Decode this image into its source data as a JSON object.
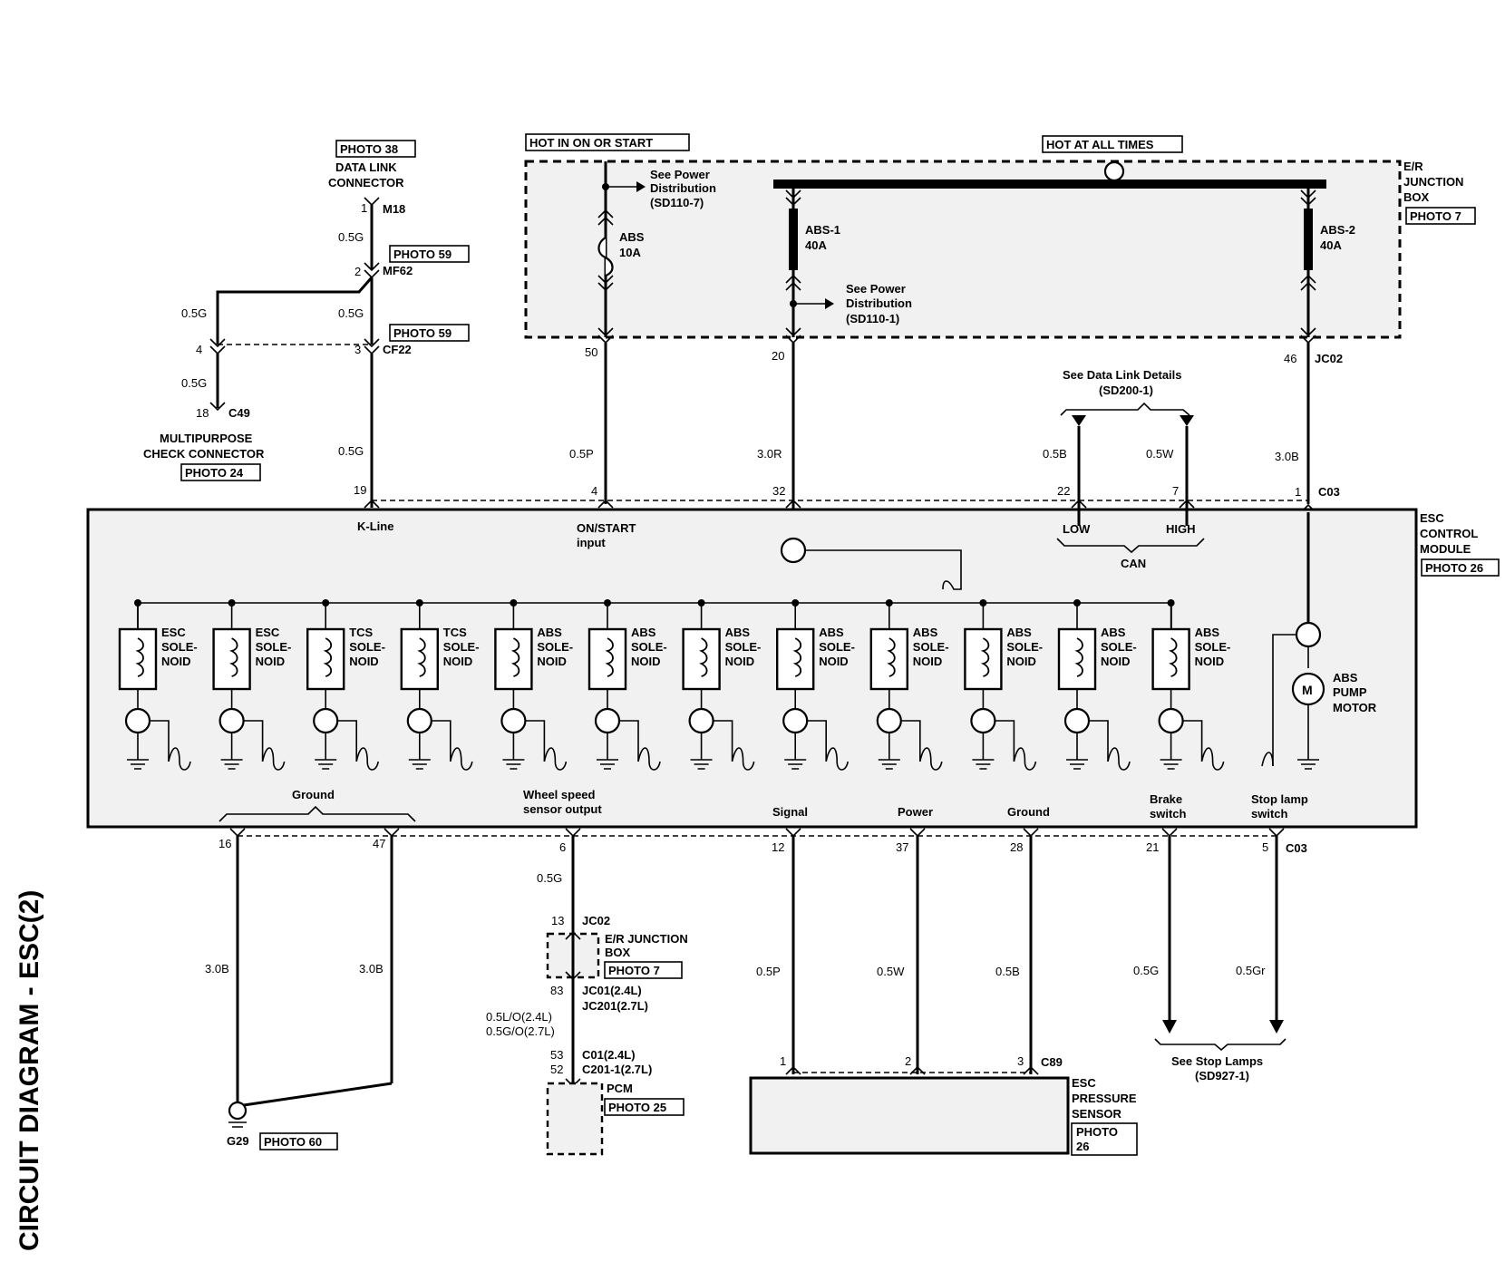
{
  "title": "CIRCUIT DIAGRAM - ESC(2)",
  "data_link": {
    "photo": "PHOTO 38",
    "name_line1": "DATA LINK",
    "name_line2": "CONNECTOR",
    "pin": "1",
    "conn": "M18",
    "wire1": "0.5G",
    "mf62_pin": "2",
    "mf62": "MF62",
    "photo_mf62": "PHOTO 59",
    "wire_left": "0.5G",
    "wire_right": "0.5G",
    "cf22_pin": "3",
    "cf22": "CF22",
    "photo_cf22": "PHOTO 59",
    "left_pin": "4",
    "wire_left2": "0.5G",
    "c49_pin": "18",
    "c49": "C49",
    "mpc_line1": "MULTIPURPOSE",
    "mpc_line2": "CHECK CONNECTOR",
    "photo_c49": "PHOTO 24",
    "wire_kline": "0.5G",
    "kline_pin": "19"
  },
  "ignition": {
    "hot_on": "HOT IN ON OR START",
    "hot_all": "HOT AT ALL TIMES",
    "see_pd1_line1": "See Power",
    "see_pd1_line2": "Distribution",
    "see_pd1_line3": "(SD110-7)",
    "fuse_abs": "ABS",
    "fuse_abs_amp": "10A",
    "fuse_abs1": "ABS-1",
    "fuse_abs1_amp": "40A",
    "fuse_abs2": "ABS-2",
    "fuse_abs2_amp": "40A",
    "see_pd2_line1": "See Power",
    "see_pd2_line2": "Distribution",
    "see_pd2_line3": "(SD110-1)",
    "er_line1": "E/R",
    "er_line2": "JUNCTION",
    "er_line3": "BOX",
    "er_photo": "PHOTO 7",
    "pin50": "50",
    "pin20": "20",
    "pin46": "46",
    "jc02": "JC02",
    "wire_05p": "0.5P",
    "wire_30r": "3.0R",
    "wire_30b": "3.0B",
    "pin4": "4",
    "pin32": "32",
    "pin1": "1",
    "c03": "C03"
  },
  "datalink_details": {
    "line1": "See Data Link Details",
    "line2": "(SD200-1)",
    "wire_05b": "0.5B",
    "wire_05w": "0.5W",
    "pin22": "22",
    "pin7": "7"
  },
  "module": {
    "name_line1": "ESC",
    "name_line2": "CONTROL",
    "name_line3": "MODULE",
    "photo": "PHOTO 26",
    "kline": "K-Line",
    "onstart_line1": "ON/START",
    "onstart_line2": "input",
    "can_low": "LOW",
    "can_high": "HIGH",
    "can": "CAN",
    "solenoids": [
      {
        "l1": "ESC",
        "l2": "SOLE-",
        "l3": "NOID"
      },
      {
        "l1": "ESC",
        "l2": "SOLE-",
        "l3": "NOID"
      },
      {
        "l1": "TCS",
        "l2": "SOLE-",
        "l3": "NOID"
      },
      {
        "l1": "TCS",
        "l2": "SOLE-",
        "l3": "NOID"
      },
      {
        "l1": "ABS",
        "l2": "SOLE-",
        "l3": "NOID"
      },
      {
        "l1": "ABS",
        "l2": "SOLE-",
        "l3": "NOID"
      },
      {
        "l1": "ABS",
        "l2": "SOLE-",
        "l3": "NOID"
      },
      {
        "l1": "ABS",
        "l2": "SOLE-",
        "l3": "NOID"
      },
      {
        "l1": "ABS",
        "l2": "SOLE-",
        "l3": "NOID"
      },
      {
        "l1": "ABS",
        "l2": "SOLE-",
        "l3": "NOID"
      },
      {
        "l1": "ABS",
        "l2": "SOLE-",
        "l3": "NOID"
      },
      {
        "l1": "ABS",
        "l2": "SOLE-",
        "l3": "NOID"
      }
    ],
    "motor_m": "M",
    "motor_line1": "ABS",
    "motor_line2": "PUMP",
    "motor_line3": "MOTOR",
    "bottom_ground": "Ground",
    "wheel_line1": "Wheel speed",
    "wheel_line2": "sensor output",
    "signal": "Signal",
    "power": "Power",
    "ground2": "Ground",
    "brake_line1": "Brake",
    "brake_line2": "switch",
    "stoplamp_line1": "Stop lamp",
    "stoplamp_line2": "switch"
  },
  "bottom": {
    "pin16": "16",
    "pin47": "47",
    "wire_30b_a": "3.0B",
    "wire_30b_b": "3.0B",
    "g29": "G29",
    "photo_g29": "PHOTO 60",
    "pin6": "6",
    "wire_05g": "0.5G",
    "jc02_pin": "13",
    "jc02": "JC02",
    "er_line1": "E/R JUNCTION",
    "er_line2": "BOX",
    "er_photo": "PHOTO 7",
    "jc01_pin": "83",
    "jc01": "JC01(2.4L)",
    "jc201": "JC201(2.7L)",
    "wire_lo": "0.5L/O(2.4L)",
    "wire_go": "0.5G/O(2.7L)",
    "c01_pin": "53",
    "c201_pin": "52",
    "c01": "C01(2.4L)",
    "c201": "C201-1(2.7L)",
    "pcm": "PCM",
    "photo_pcm": "PHOTO 25",
    "pin12": "12",
    "pin37": "37",
    "pin28": "28",
    "pin21": "21",
    "pin5": "5",
    "c03": "C03",
    "wire_05p": "0.5P",
    "wire_05w": "0.5W",
    "wire_05b": "0.5B",
    "wire_05g2": "0.5G",
    "wire_05gr": "0.5Gr",
    "sensor_pin1": "1",
    "sensor_pin2": "2",
    "sensor_pin3": "3",
    "c89": "C89",
    "sensor_line1": "ESC",
    "sensor_line2": "PRESSURE",
    "sensor_line3": "SENSOR",
    "sensor_photo_l1": "PHOTO",
    "sensor_photo_l2": "26",
    "stop_line1": "See Stop Lamps",
    "stop_line2": "(SD927-1)"
  }
}
